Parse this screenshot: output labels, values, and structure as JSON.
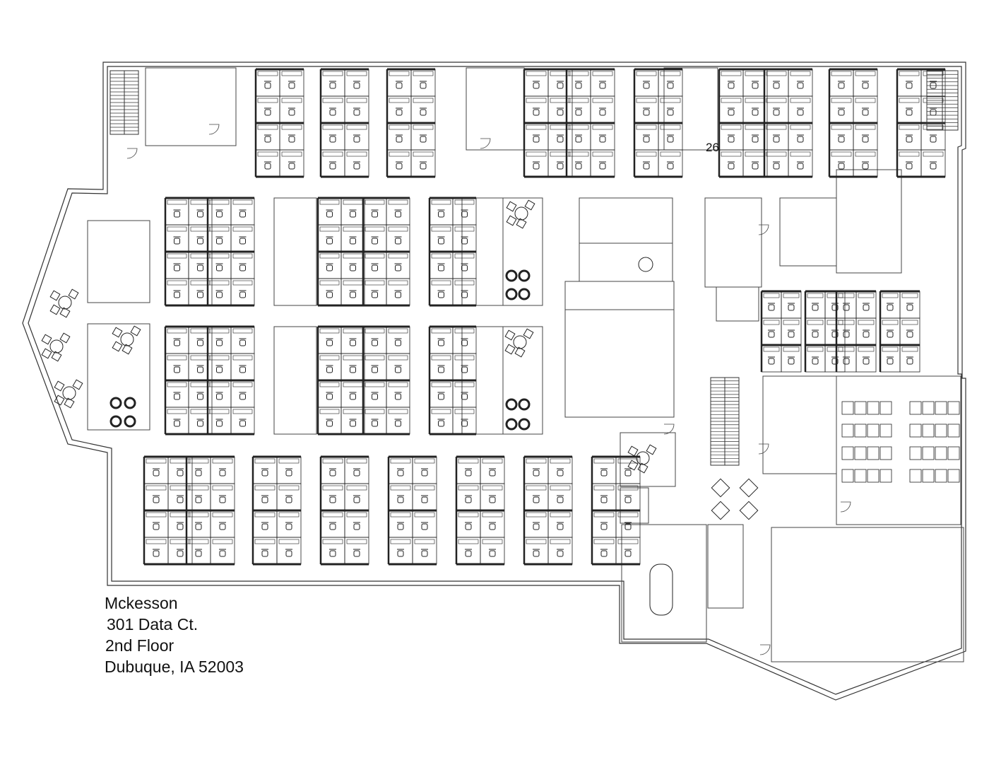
{
  "address": {
    "company": "Mckesson",
    "street": "301 Data Ct.",
    "floor": "2nd Floor",
    "city": "Dubuque, IA 52003"
  },
  "plan": {
    "room_number": "26"
  }
}
